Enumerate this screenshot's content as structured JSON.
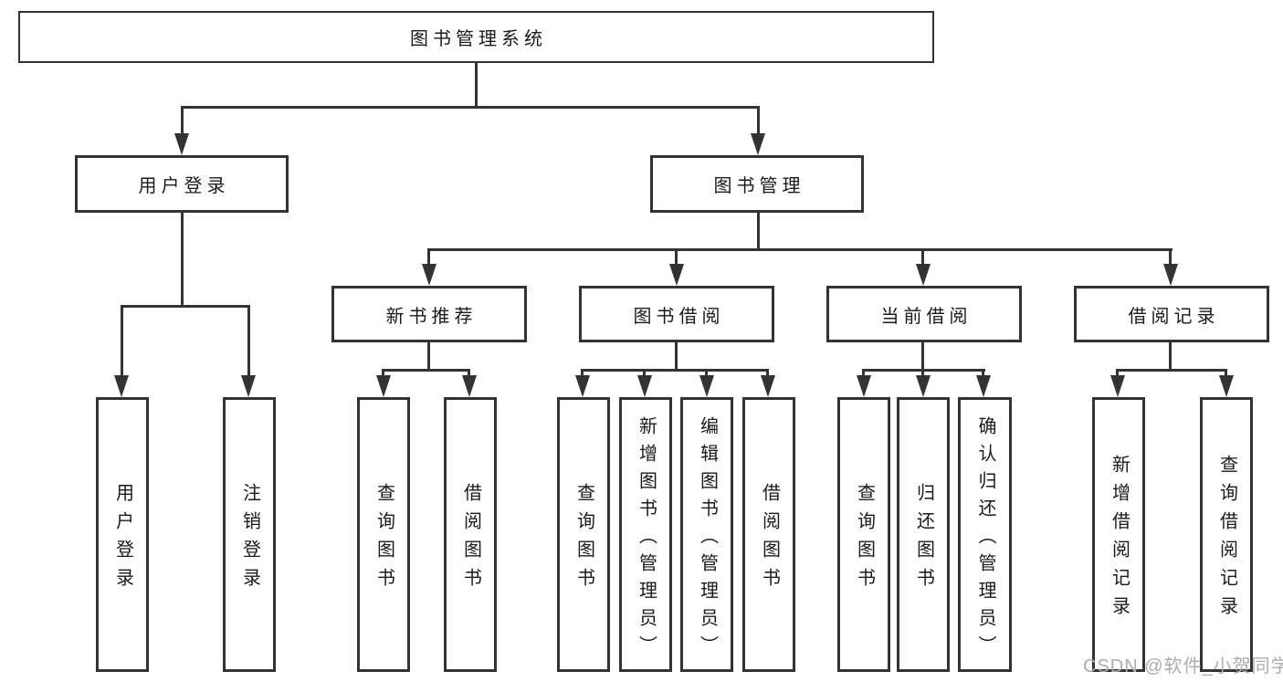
{
  "root": {
    "label": "图书管理系统"
  },
  "level2": [
    {
      "label": "用户登录"
    },
    {
      "label": "图书管理"
    }
  ],
  "level3": [
    {
      "label": "新书推荐"
    },
    {
      "label": "图书借阅"
    },
    {
      "label": "当前借阅"
    },
    {
      "label": "借阅记录"
    }
  ],
  "leaves": {
    "user_login": [
      {
        "label": "用户登录"
      },
      {
        "label": "注销登录"
      }
    ],
    "new_book_recommend": [
      {
        "label": "查询图书"
      },
      {
        "label": "借阅图书"
      }
    ],
    "book_borrow": [
      {
        "label": "查询图书"
      },
      {
        "label": "新增图书（管理员）"
      },
      {
        "label": "编辑图书（管理员）"
      },
      {
        "label": "借阅图书"
      }
    ],
    "current_borrow": [
      {
        "label": "查询图书"
      },
      {
        "label": "归还图书"
      },
      {
        "label": "确认归还（管理员）"
      }
    ],
    "borrow_record": [
      {
        "label": "新增借阅记录"
      },
      {
        "label": "查询借阅记录"
      }
    ]
  },
  "watermark": "CSDN @软件_小贺同学",
  "colors": {
    "line": "#333333",
    "text": "#1a1a1a",
    "box_bg": "#ffffff",
    "watermark": "#acacac",
    "background": "#ffffff"
  }
}
